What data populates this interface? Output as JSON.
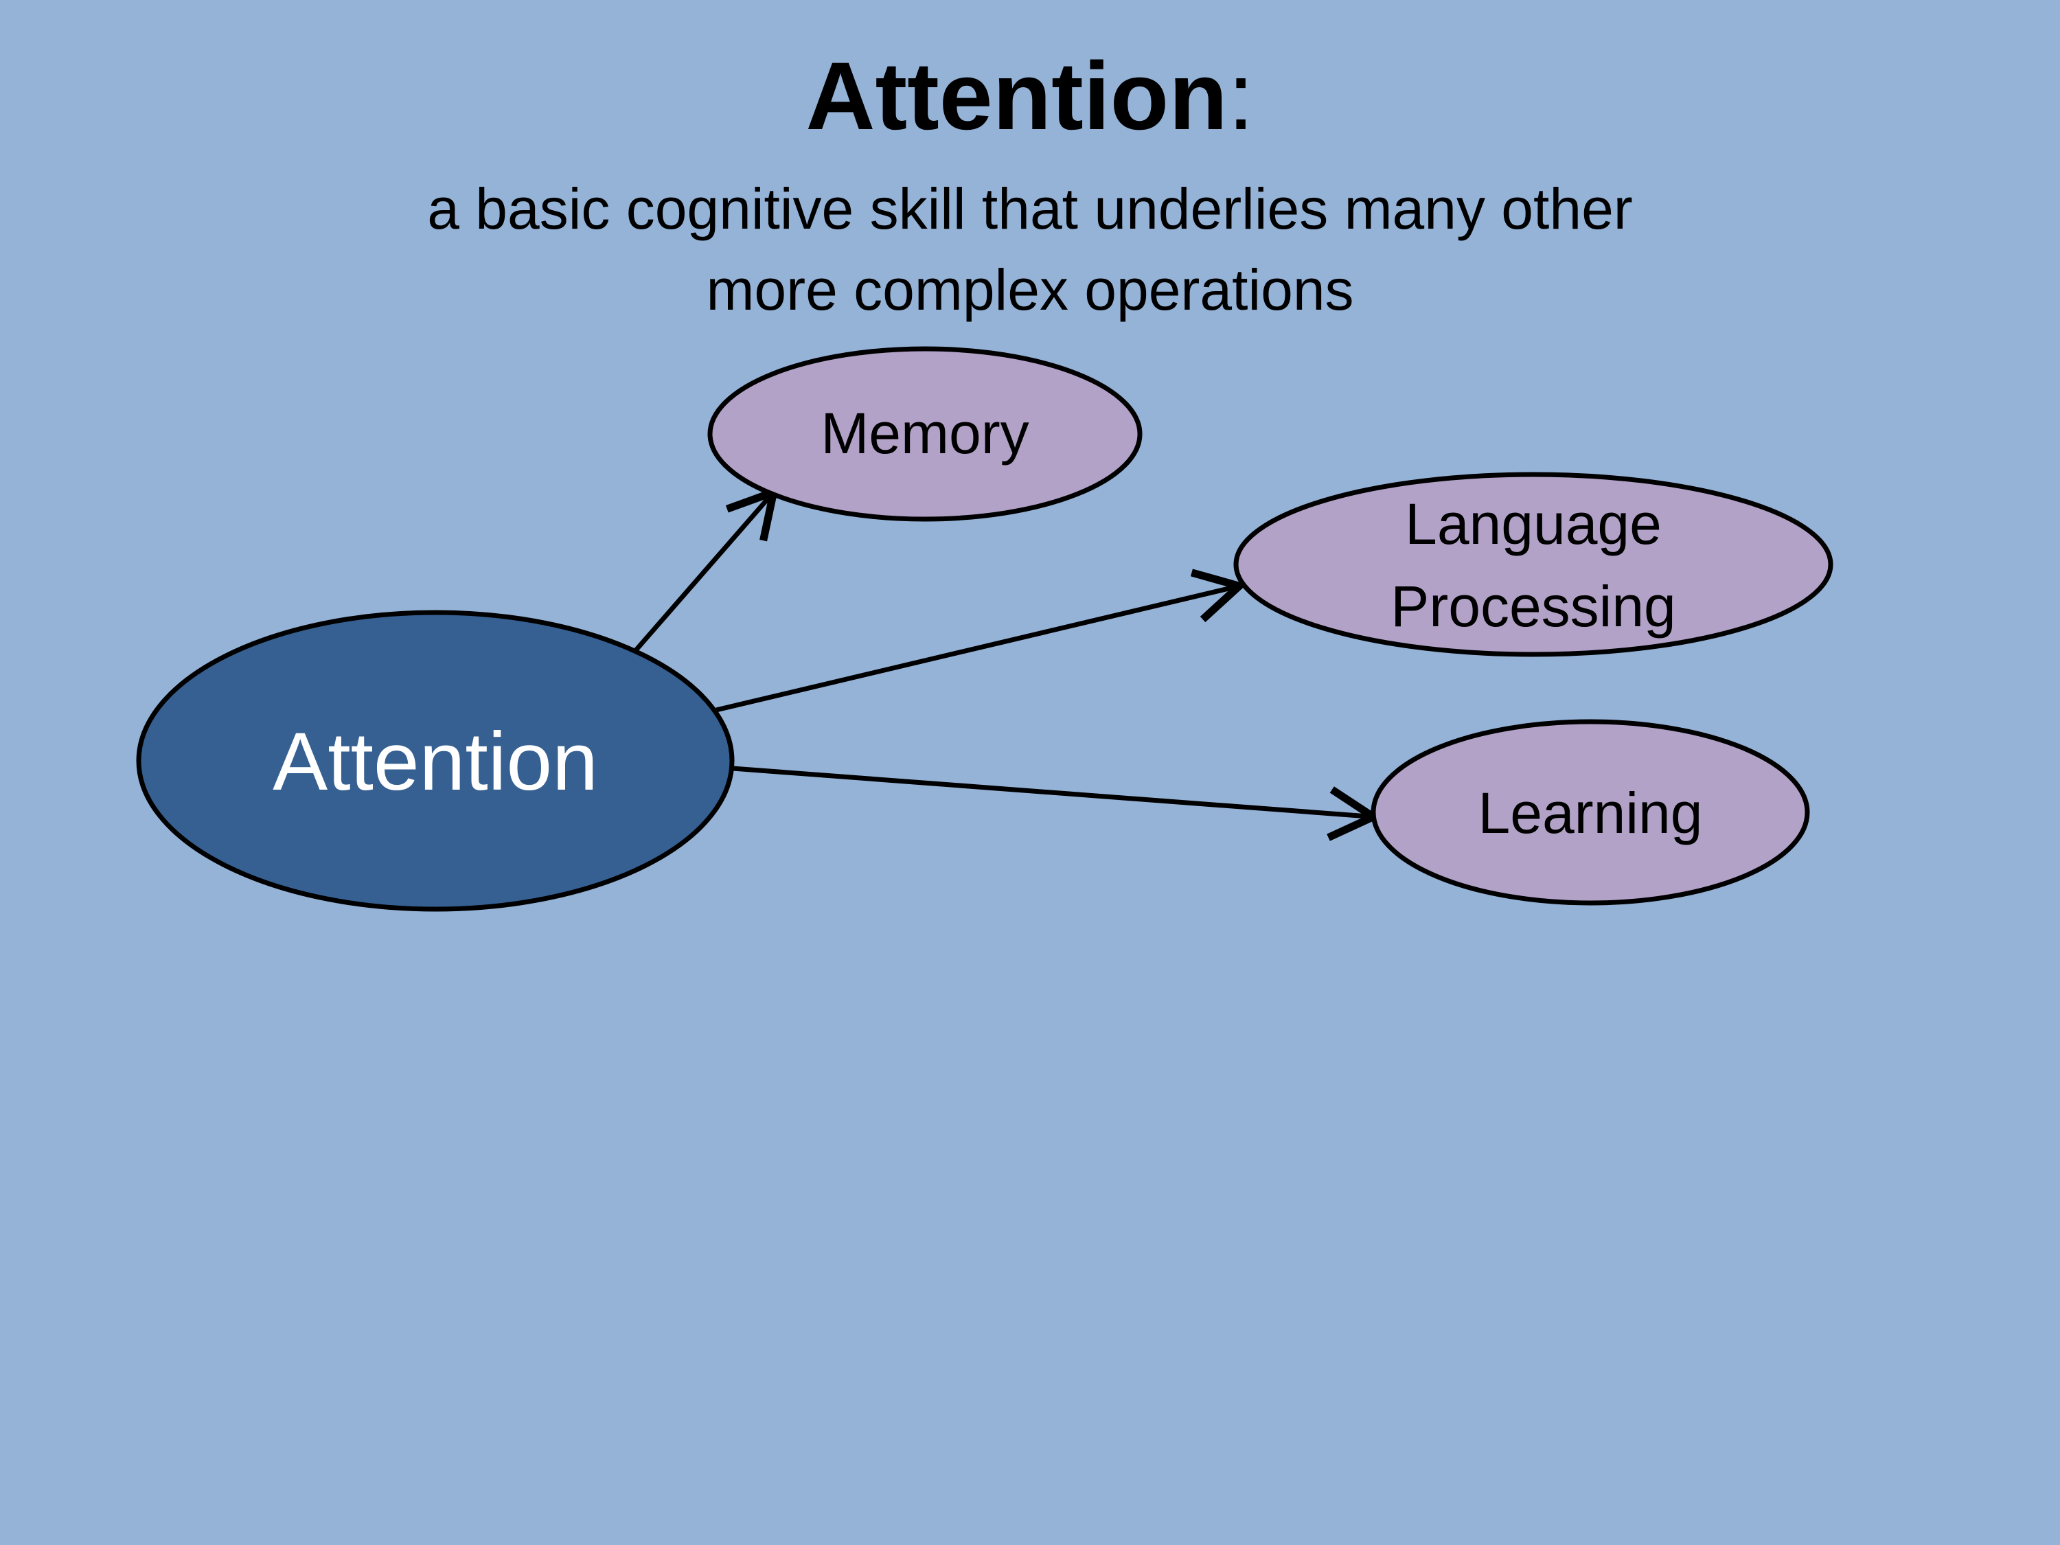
{
  "slide": {
    "title_main": "Attention",
    "title_suffix": ":",
    "subtitle_line1": "a basic cognitive skill that underlies many other",
    "subtitle_line2": "more complex operations",
    "background_color": "#95b3d7"
  },
  "diagram": {
    "source": {
      "label": "Attention",
      "fill_color": "#366092",
      "text_color": "#ffffff"
    },
    "targets": [
      {
        "id": "memory",
        "label_lines": [
          "Memory"
        ]
      },
      {
        "id": "language-processing",
        "label_lines": [
          "Language",
          "Processing"
        ]
      },
      {
        "id": "learning",
        "label_lines": [
          "Learning"
        ]
      }
    ],
    "target_fill_color": "#b3a2c7",
    "outline_color": "#000000"
  }
}
